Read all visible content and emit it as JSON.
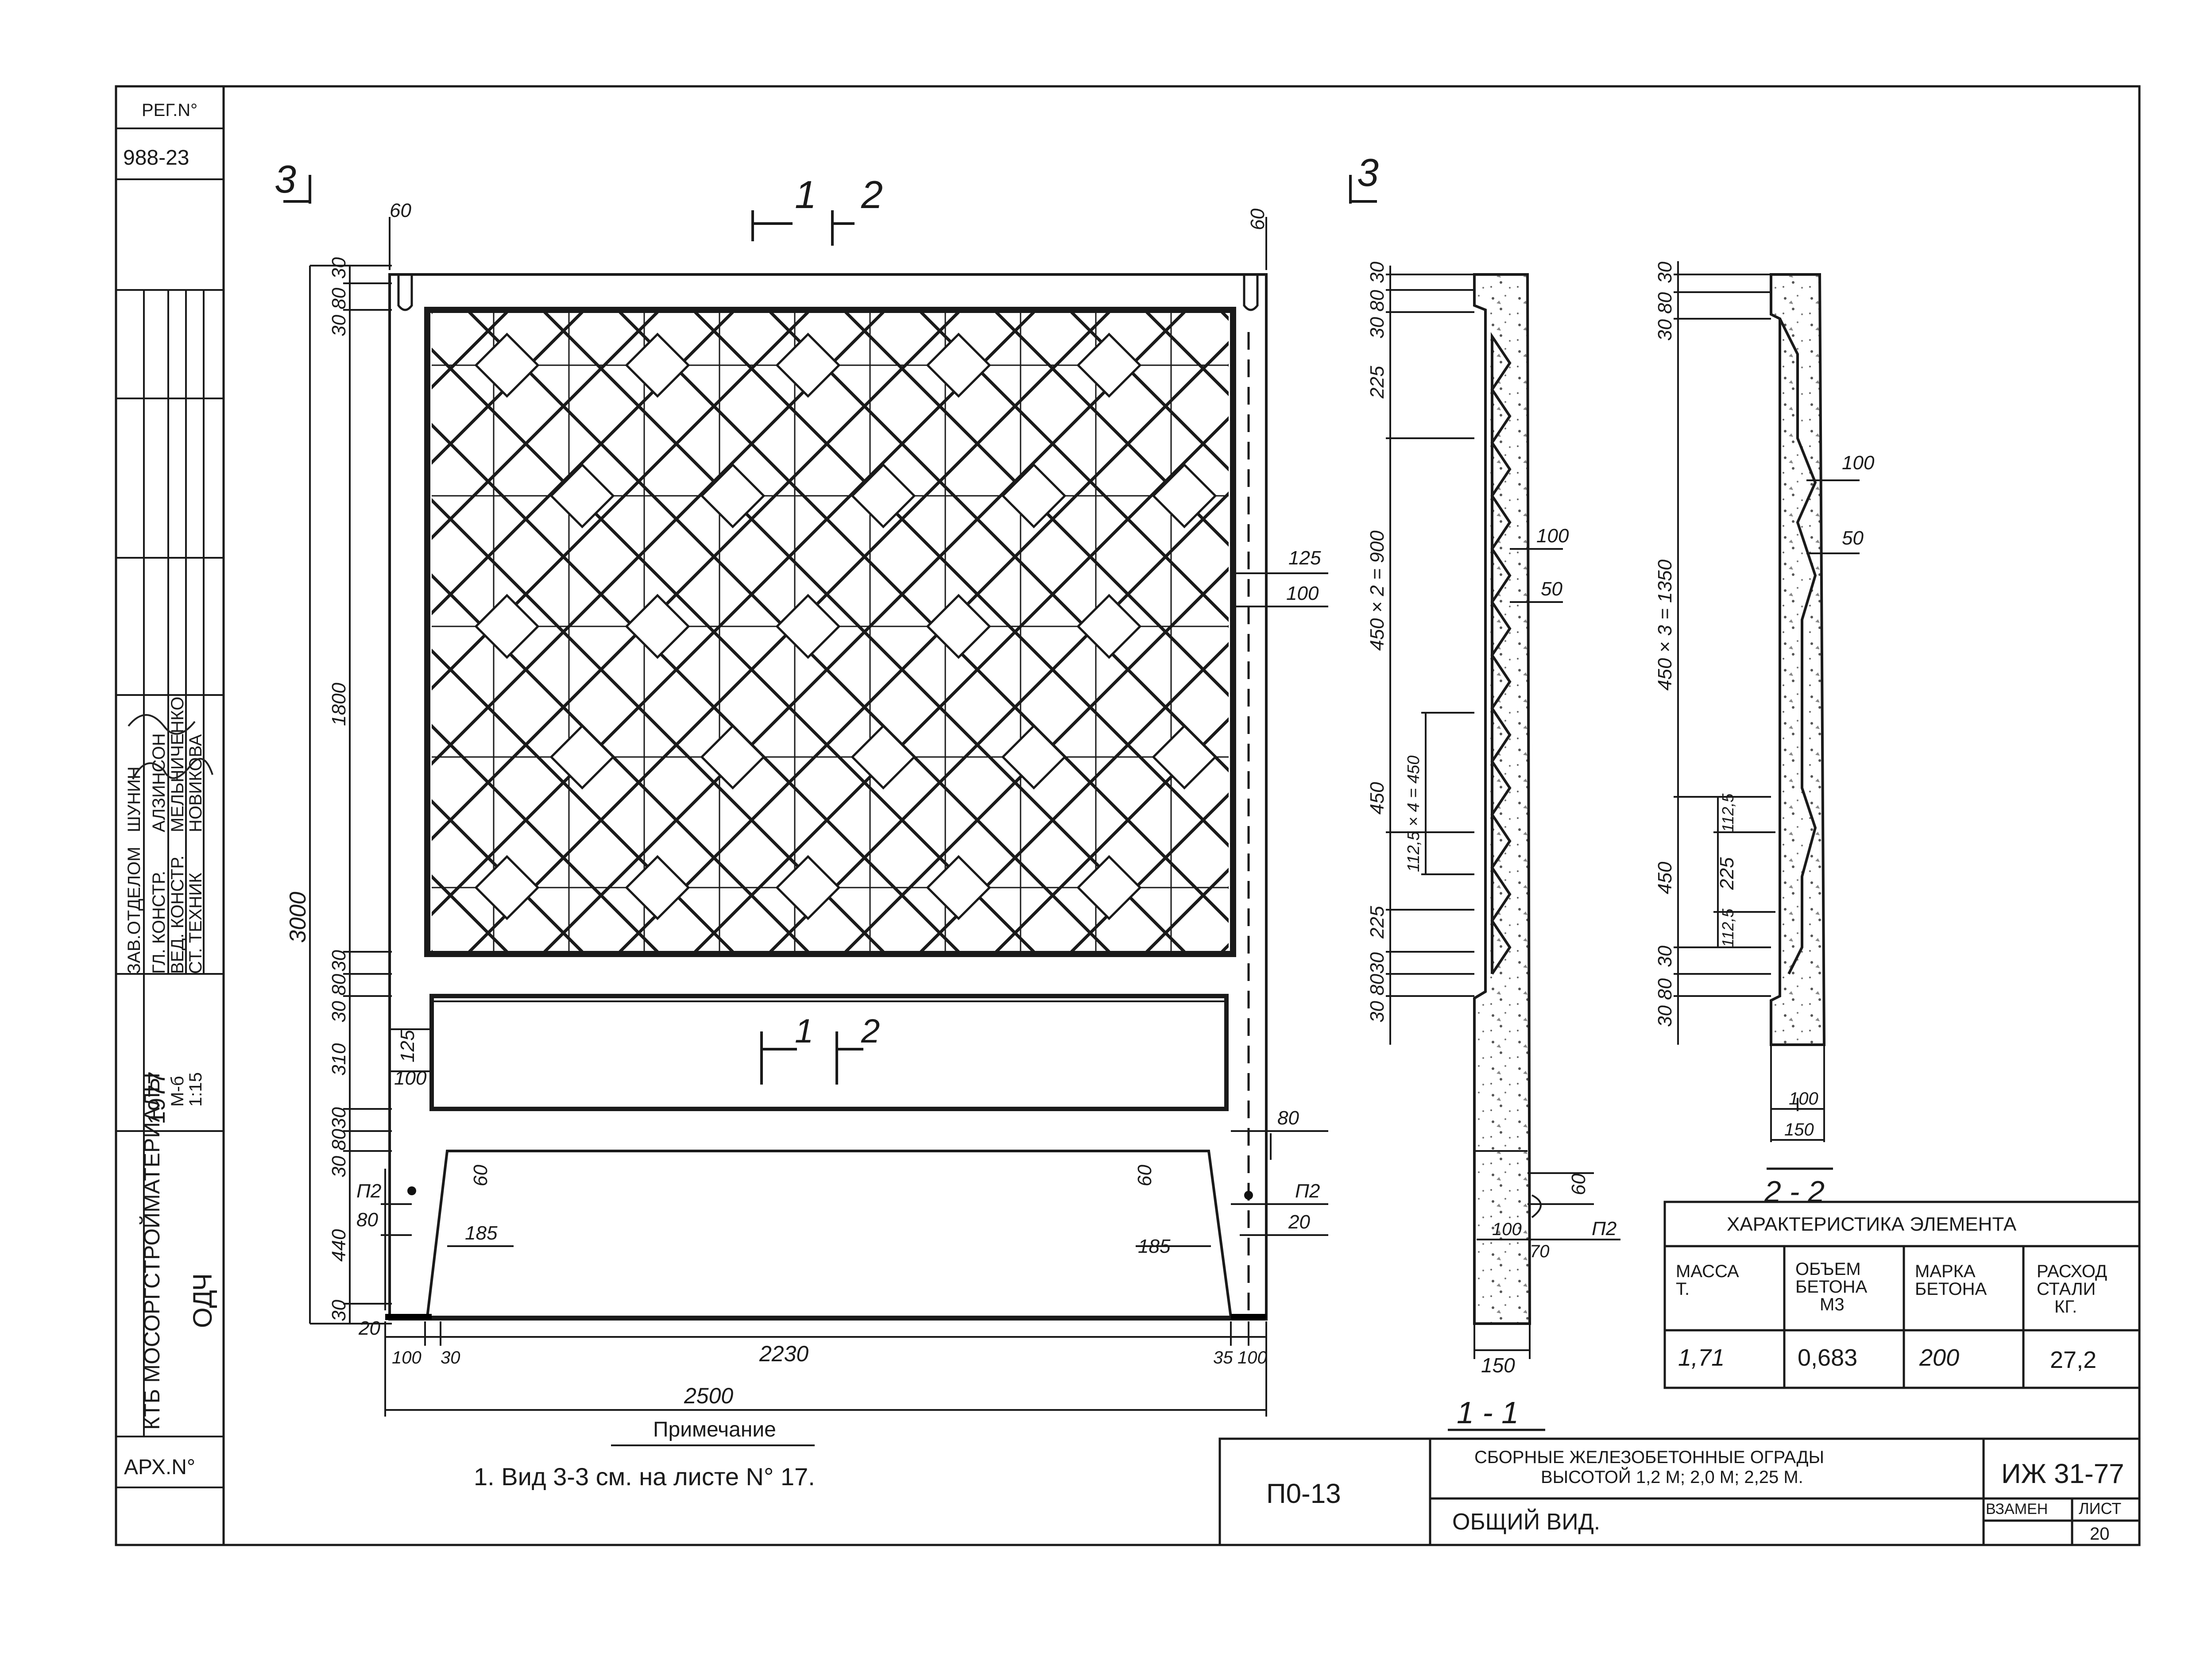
{
  "stamp": {
    "reg_label": "РЕГ.N°",
    "reg_no": "988-23",
    "org": "КТБ МОСОРГСТРОЙМАТЕРИАЛЫ",
    "dept": "ОДЧ",
    "year": "1977",
    "rows": [
      {
        "role": "ЗАВ.ОТДЕЛОМ",
        "name": "ШУНИН"
      },
      {
        "role": "ГЛ. КОНСТР.",
        "name": "АЛЗИНСОН"
      },
      {
        "role": "ВЕД. КОНСТР.",
        "name": "МЕЛЬНИЧЕНКО"
      },
      {
        "role": "СТ. ТЕХНИК",
        "name": "НОВИКОВА"
      }
    ],
    "scale_label": "М-б",
    "scale": "1:15",
    "arch_label": "АРХ.N°"
  },
  "sections": {
    "s3_left": "3",
    "s3_right": "3",
    "s1": "1",
    "s2": "2",
    "s1_lower": "1",
    "s2_lower": "2",
    "label_11": "1 - 1",
    "label_22": "2 - 2"
  },
  "front_dims": {
    "top_60_left": "60",
    "top_60_right": "60",
    "v_30_top": "30",
    "v_3080": "30 80",
    "v_1800": "1800",
    "v_3000": "3000",
    "v_30_mid": "30",
    "v_3080b": "30 80",
    "v_310": "310",
    "v_30_low": "30",
    "v_3080c": "30 80",
    "v_440": "440",
    "v_30_bot": "30",
    "d125": "125",
    "d100": "100",
    "r125": "125",
    "r100": "100",
    "r80": "80",
    "rP2": "П2",
    "r20": "20",
    "lP2": "П2",
    "l80": "80",
    "l185": "185",
    "r185": "185",
    "d60_l": "60",
    "d60_r": "60",
    "d20": "20",
    "b100_l": "100",
    "b30": "30",
    "b2230": "2230",
    "b35": "35",
    "b100_r": "100",
    "b2500": "2500"
  },
  "sec11_dims": {
    "v30": "30",
    "v3080": "30 80",
    "v225": "225",
    "v900": "450 × 2 = 900",
    "v450": "450",
    "v225b": "225",
    "v30b": "30",
    "v3080b": "30 80",
    "v1125": "112,5 × 4 = 450",
    "d100": "100",
    "d50": "50",
    "d60": "60",
    "d100b": "100",
    "d70": "70",
    "dP2": "П2",
    "d150": "150"
  },
  "sec22_dims": {
    "v30": "30",
    "v3080": "30 80",
    "v1350": "450 × 3 = 1350",
    "v450": "450",
    "v1125a": "112,5",
    "v225": "225",
    "v1125b": "112,5",
    "v30b": "30",
    "v3080b": "30 80",
    "d100": "100",
    "d50": "50",
    "d100b": "100",
    "d150": "150"
  },
  "characteristics": {
    "title": "ХАРАКТЕРИСТИКА ЭЛЕМЕНТА",
    "headers": [
      [
        "МАССА",
        "Т."
      ],
      [
        "ОБЪЕМ",
        "БЕТОНА",
        "М3"
      ],
      [
        "МАРКА",
        "БЕТОНА"
      ],
      [
        "РАСХОД",
        "СТАЛИ",
        "КГ."
      ]
    ],
    "values": [
      "1,71",
      "0,683",
      "200",
      "27,2"
    ]
  },
  "note": {
    "title": "Примечание",
    "text": "1. Вид  3-3 см. на листе N° 17."
  },
  "title_block": {
    "code": "П0-13",
    "title_l1": "СБОРНЫЕ ЖЕЛЕЗОБЕТОННЫЕ ОГРАДЫ",
    "title_l2": "ВЫСОТОЙ 1,2 М; 2,0 М; 2,25 М.",
    "subtitle": "ОБЩИЙ ВИД.",
    "series": "ИЖ 31-77",
    "replace_label": "ВЗАМЕН",
    "sheet_label": "ЛИСТ",
    "sheet_no": "20"
  }
}
